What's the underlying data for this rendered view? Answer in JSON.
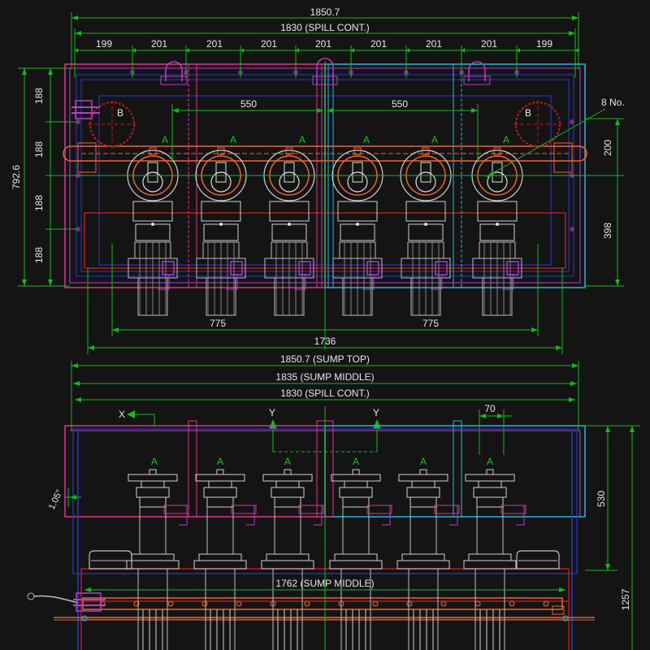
{
  "top_view": {
    "dims_top": {
      "overall": "1850.7",
      "spill": "1830 (SPILL CONT.)",
      "segments": [
        "199",
        "201",
        "201",
        "201",
        "201",
        "201",
        "201",
        "201",
        "199"
      ],
      "pitch_left": "550",
      "pitch_right": "550",
      "note": "8 No."
    },
    "dims_left": {
      "overall": "792.6",
      "rows": [
        "188",
        "188",
        "188",
        "188"
      ]
    },
    "dims_right": {
      "upper": "200",
      "lower": "398"
    },
    "dims_bottom": {
      "left": "775",
      "right": "775",
      "overall": "1736"
    },
    "port_labels": [
      "B",
      "B"
    ],
    "valve_labels": [
      "A",
      "A",
      "A",
      "A",
      "A",
      "A"
    ]
  },
  "front_view": {
    "dims_top": {
      "sump_top": "1850.7 (SUMP TOP)",
      "sump_middle": "1835 (SUMP MIDDLE)",
      "spill": "1830 (SPILL CONT.)",
      "small": "70"
    },
    "axis_labels": {
      "x": "X",
      "y_left": "Y",
      "y_right": "Y"
    },
    "angle": "1.05°",
    "dims_right": {
      "upper": "530",
      "overall": "1257"
    },
    "sump_middle_inner": "1762 (SUMP MIDDLE)",
    "valve_labels": [
      "A",
      "A",
      "A",
      "A",
      "A",
      "A"
    ]
  },
  "colors": {
    "background": "#141414",
    "dimension_green": "#16b81a",
    "magenta": "#e0358f",
    "cyan": "#27b6d8",
    "blue": "#2a39c8",
    "red": "#b81c1c",
    "orange": "#e8653a",
    "gray": "#bdbdbd"
  }
}
